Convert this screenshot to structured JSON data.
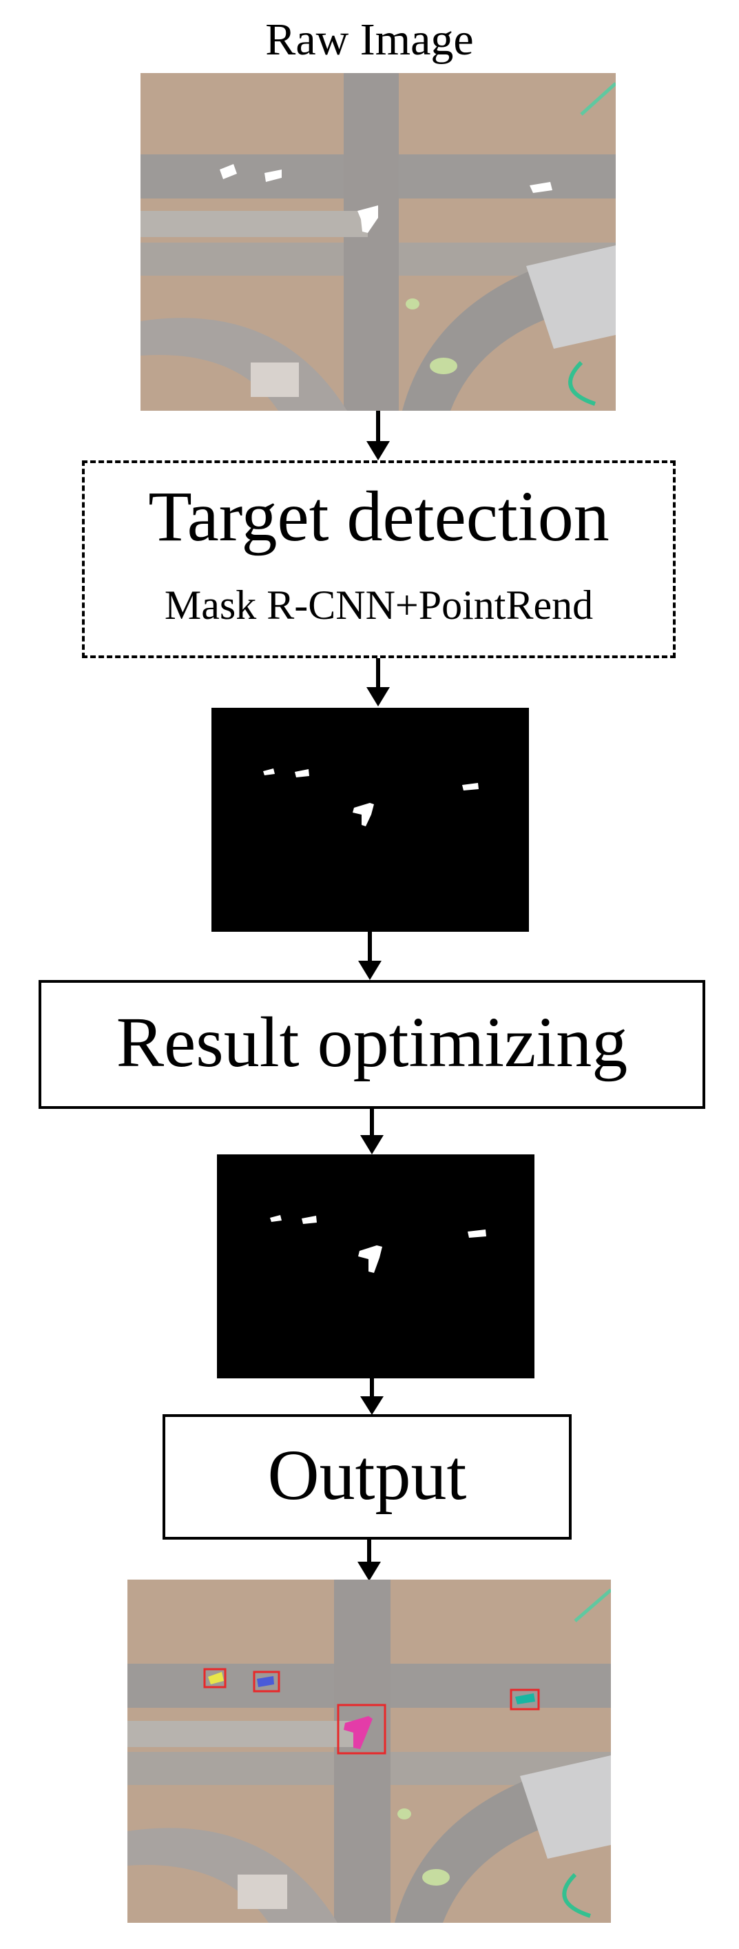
{
  "diagram": {
    "raw_image_title": "Raw Image",
    "steps": [
      {
        "id": "target-detection",
        "title": "Target detection",
        "subtitle": "Mask R-CNN+PointRend"
      },
      {
        "id": "result-optimizing",
        "title": "Result optimizing"
      },
      {
        "id": "output",
        "title": "Output"
      }
    ]
  },
  "colors": {
    "mask_background": "#000000",
    "mask_aircraft": "#ffffff",
    "detection_box": "#e8282a",
    "aircraft_colors": [
      "#e8e64a",
      "#4a5bd8",
      "#e43ca8",
      "#18b6a2"
    ]
  }
}
